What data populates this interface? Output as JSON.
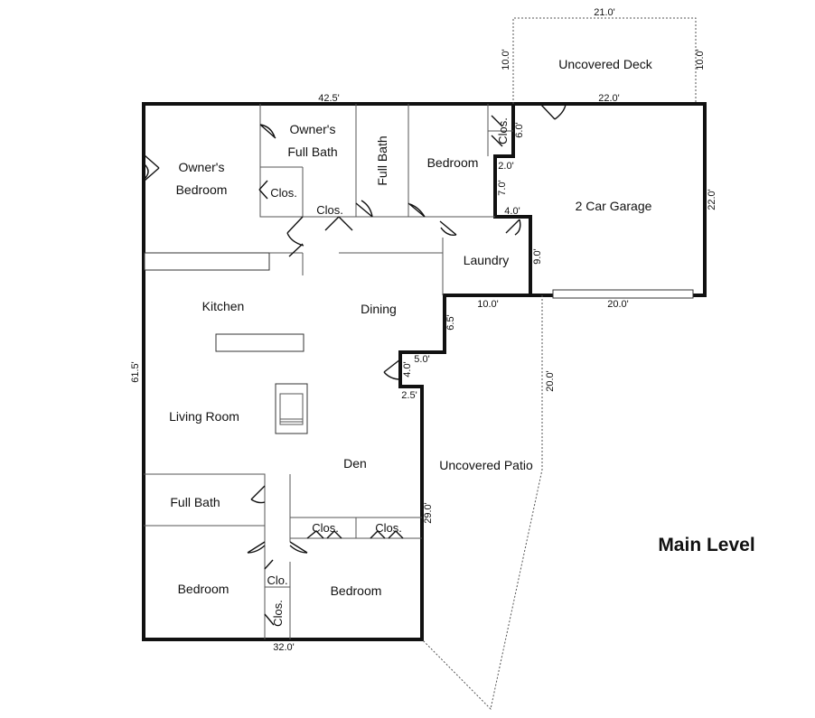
{
  "title": "Main Level",
  "rooms": {
    "owners_bedroom_1": "Owner's",
    "owners_bedroom_2": "Bedroom",
    "owners_bath_1": "Owner's",
    "owners_bath_2": "Full Bath",
    "full_bath_vertical": "Full Bath",
    "bedroom_upper": "Bedroom",
    "garage": "2 Car Garage",
    "laundry": "Laundry",
    "kitchen": "Kitchen",
    "dining": "Dining",
    "living_room": "Living Room",
    "den": "Den",
    "full_bath_lower": "Full Bath",
    "bedroom_lower_left": "Bedroom",
    "bedroom_lower_right": "Bedroom",
    "uncovered_deck": "Uncovered Deck",
    "uncovered_patio": "Uncovered Patio"
  },
  "closets": {
    "owners_bath_closet": "Clos.",
    "owners_hall_closet": "Clos.",
    "upper_bedroom_closet": "Clos.",
    "den_closet_left": "Clos.",
    "den_closet_right": "Clos.",
    "lower_closet_horizontal": "Clo.",
    "lower_closet_vertical": "Clos."
  },
  "dimensions": {
    "deck_width": "21.0'",
    "deck_depth_left": "10.0'",
    "deck_depth_right": "10.0'",
    "top_wall": "42.5'",
    "garage_top": "22.0'",
    "garage_right": "22.0'",
    "garage_bottom": "20.0'",
    "closet_wall": "6.0'",
    "jog_2": "2.0'",
    "jog_7": "7.0'",
    "jog_4_top": "4.0'",
    "laundry_side": "9.0'",
    "laundry_bottom": "10.0'",
    "step_6_5": "6.5'",
    "step_5": "5.0'",
    "step_4": "4.0'",
    "step_2_5": "2.5'",
    "left_wall": "61.5'",
    "patio_side": "20.0'",
    "den_wall": "29.0'",
    "bottom_wall": "32.0'"
  }
}
